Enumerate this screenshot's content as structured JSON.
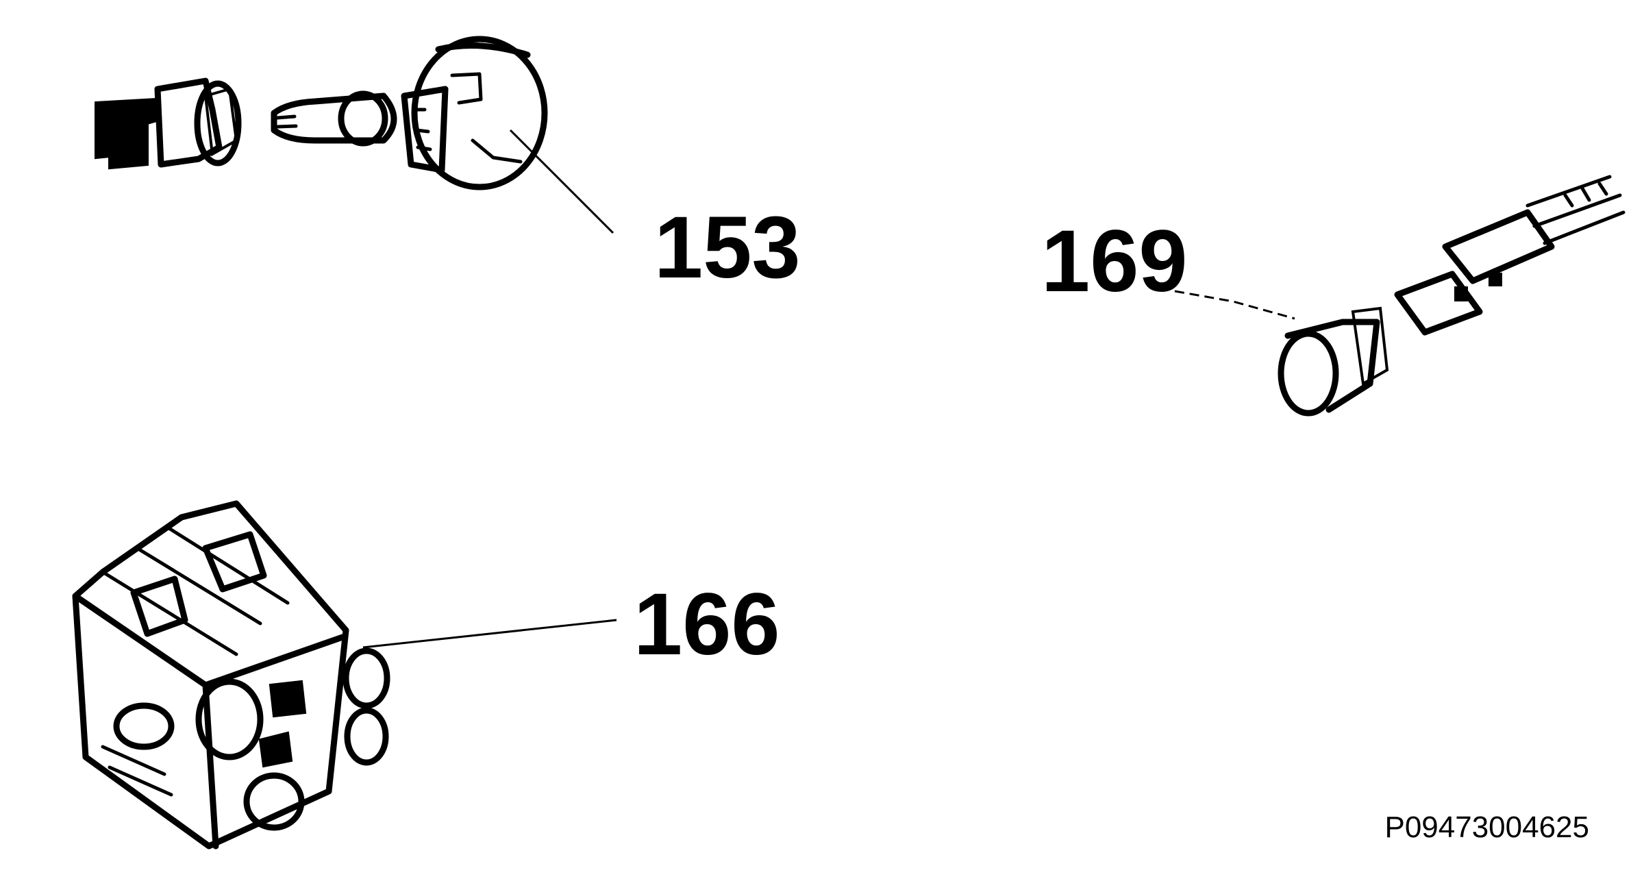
{
  "parts": [
    {
      "id": "part-153",
      "label": "153"
    },
    {
      "id": "part-169",
      "label": "169"
    },
    {
      "id": "part-166",
      "label": "166"
    }
  ],
  "reference_code": "P09473004625"
}
